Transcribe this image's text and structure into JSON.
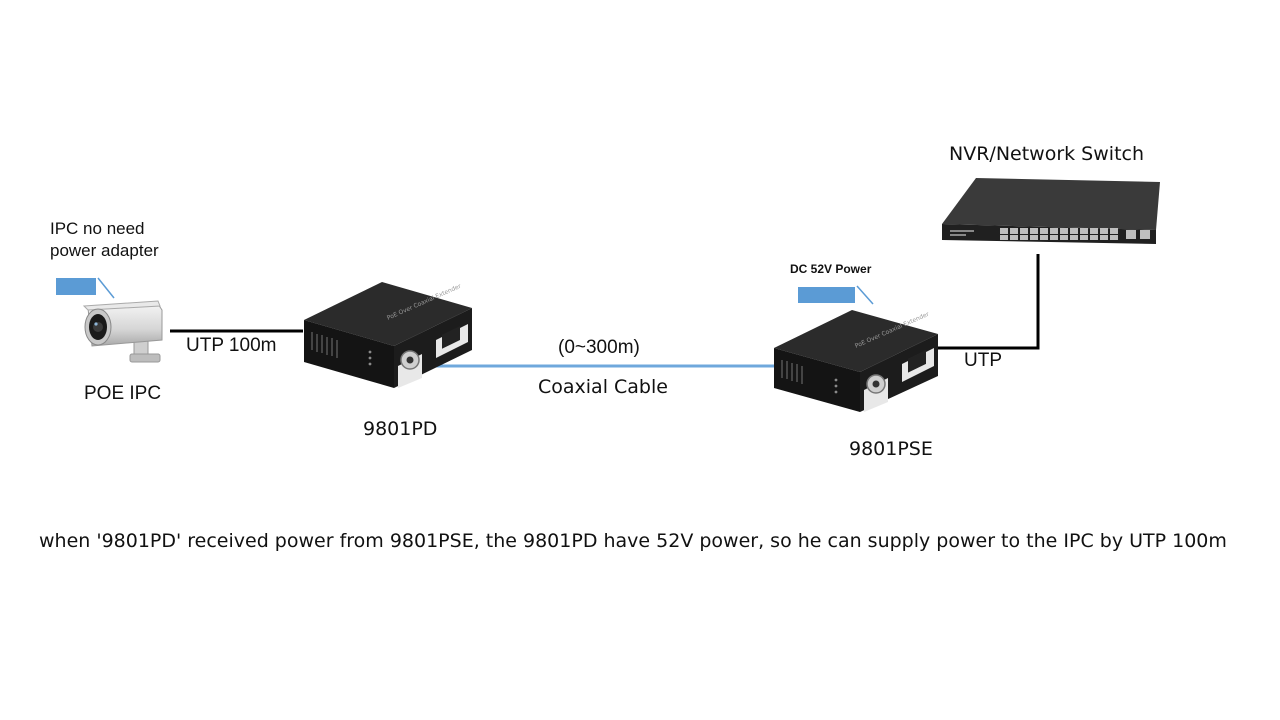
{
  "camera": {
    "note_line1": "IPC no need",
    "note_line2": "power adapter",
    "label": "POE IPC",
    "icon": "poe-ip-camera-icon"
  },
  "links": {
    "utp_left": "UTP 100m",
    "coax_range": "(0~300m)",
    "coax_label": "Coaxial Cable",
    "utp_right": "UTP"
  },
  "pd": {
    "label": "9801PD",
    "device_text": "PoE Over Coaxial Extender",
    "icon": "coax-extender-icon"
  },
  "pse": {
    "label": "9801PSE",
    "power_note": "DC 52V Power",
    "device_text": "PoE Over Coaxial Extender",
    "icon": "coax-extender-icon"
  },
  "switch": {
    "label": "NVR/Network Switch",
    "icon": "network-switch-icon"
  },
  "caption": {
    "text": "when '9801PD' received power from 9801PSE, the 9801PD have 52V power, so he can supply power to the IPC by UTP 100m"
  },
  "colors": {
    "note_box": "#5b9bd5",
    "coax_line": "#6fa8dc",
    "utp_line": "#000000",
    "device_body": "#1e1e1e"
  }
}
